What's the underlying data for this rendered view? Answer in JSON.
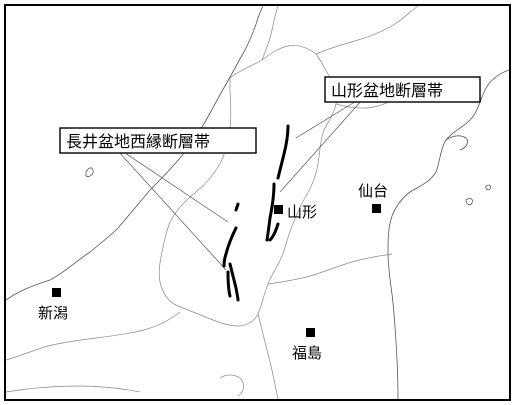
{
  "map": {
    "fault_labels": {
      "yamagata_basin": "山形盆地断層帯",
      "nagai_basin_west": "長井盆地西縁断層帯"
    },
    "cities": {
      "yamagata": "山形",
      "sendai": "仙台",
      "niigata": "新潟",
      "fukushima": "福島"
    },
    "colors": {
      "faults": "#000000",
      "boundaries": "#888888",
      "coastline": "#555555"
    }
  }
}
